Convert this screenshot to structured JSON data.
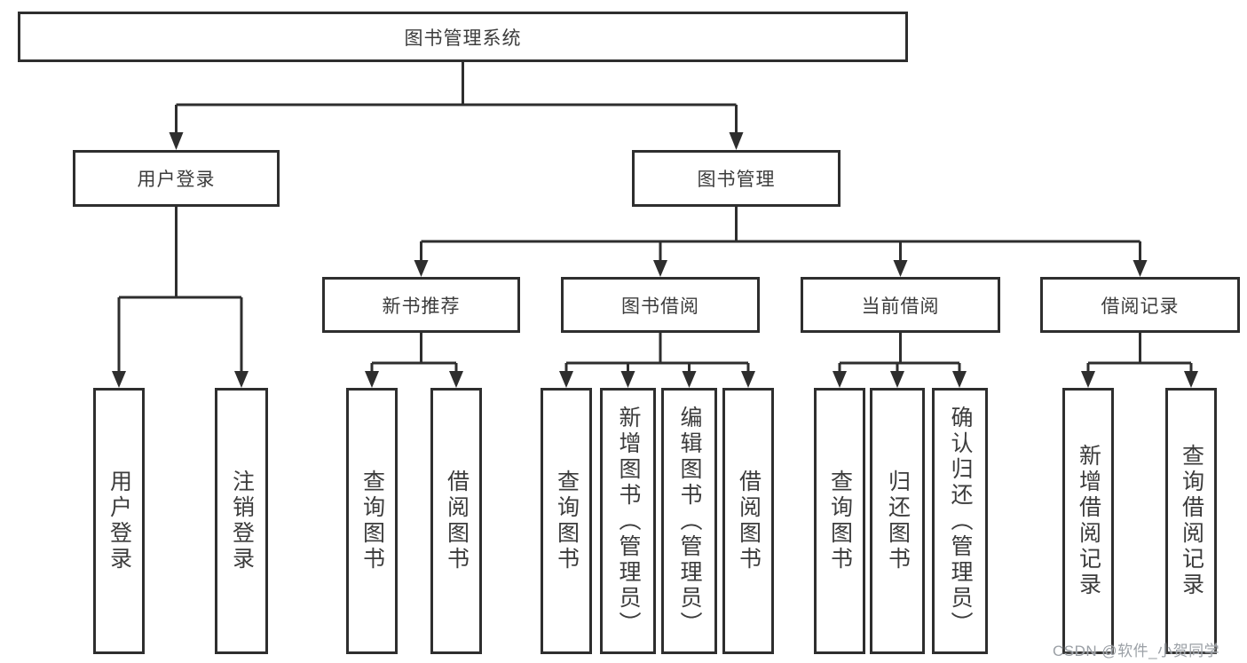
{
  "tree": {
    "root": {
      "label": "图书管理系统",
      "children": [
        {
          "label": "用户登录",
          "children": [
            {
              "label": "用户登录"
            },
            {
              "label": "注销登录"
            }
          ]
        },
        {
          "label": "图书管理",
          "children": [
            {
              "label": "新书推荐",
              "children": [
                {
                  "label": "查询图书"
                },
                {
                  "label": "借阅图书"
                }
              ]
            },
            {
              "label": "图书借阅",
              "children": [
                {
                  "label": "查询图书"
                },
                {
                  "label": "新增图书（管理员）"
                },
                {
                  "label": "编辑图书（管理员）"
                },
                {
                  "label": "借阅图书"
                }
              ]
            },
            {
              "label": "当前借阅",
              "children": [
                {
                  "label": "查询图书"
                },
                {
                  "label": "归还图书"
                },
                {
                  "label": "确认归还（管理员）"
                }
              ]
            },
            {
              "label": "借阅记录",
              "children": [
                {
                  "label": "新增借阅记录"
                },
                {
                  "label": "查询借阅记录"
                }
              ]
            }
          ]
        }
      ]
    }
  },
  "watermark": {
    "text": "CSDN @软件_小贺同学"
  },
  "colors": {
    "line": "#2e2e2e",
    "box_border": "#2e2e2e",
    "box_fill": "#ffffff",
    "text": "#3c3c3c",
    "watermark": "#9ba0a6",
    "background": "#ffffff"
  }
}
